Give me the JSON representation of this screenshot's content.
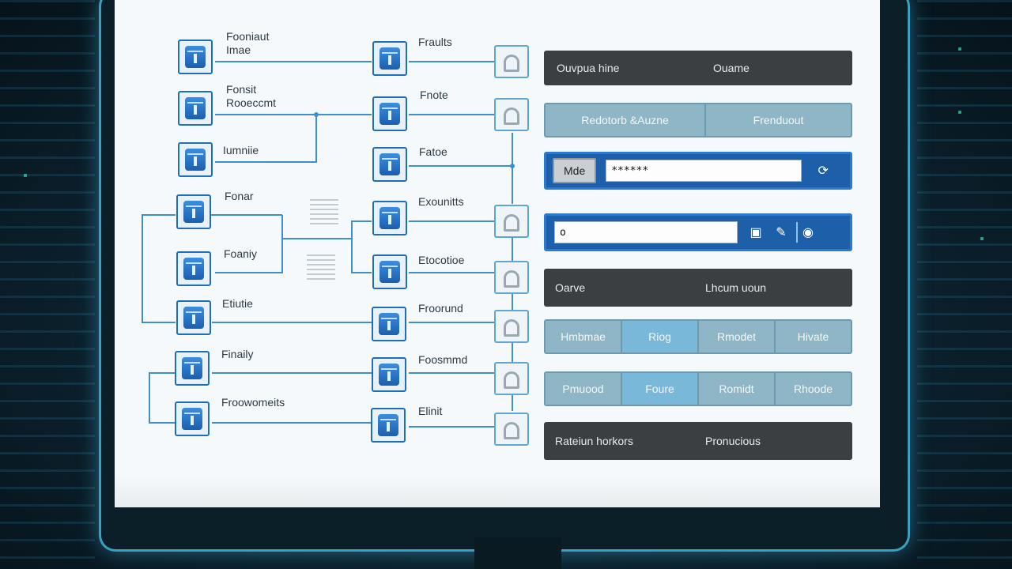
{
  "diagram": {
    "sources": [
      {
        "label": "Fooniaut\nImae"
      },
      {
        "label": "Fonsit\nRooeccmt"
      },
      {
        "label": "Iumniie"
      },
      {
        "label": "Fonar"
      },
      {
        "label": "Foaniy"
      },
      {
        "label": "Etiutie"
      },
      {
        "label": "Finaily"
      },
      {
        "label": "Froowomeits"
      }
    ],
    "targets": [
      {
        "label": "Fraults"
      },
      {
        "label": "Fnote"
      },
      {
        "label": "Fatoe"
      },
      {
        "label": "Exounitts"
      },
      {
        "label": "Etocotioe"
      },
      {
        "label": "Froorund"
      },
      {
        "label": "Foosmmd"
      },
      {
        "label": "Elinit"
      }
    ]
  },
  "panel": {
    "header_row": {
      "left": "Ouvpua hine",
      "right": "Ouame"
    },
    "sub_row": {
      "left": "Redotorb &Auzne",
      "right": "Frenduout"
    },
    "search_row": {
      "mode_button": "Mde",
      "value": "******"
    },
    "input_row": {
      "value": "o"
    },
    "status_row": {
      "left": "Oarve",
      "right": "Lhcum uoun"
    },
    "grid_row_1": [
      "Hmbmae",
      "Riog",
      "Rmodet",
      "Hivate"
    ],
    "grid_row_2": [
      "Pmuood",
      "Foure",
      "Romidt",
      "Rhoode"
    ],
    "footer_row": {
      "left": "Rateiun horkors",
      "right": "Pronucious"
    }
  },
  "colors": {
    "accent": "#1d5fa8",
    "dark_row": "#3b3f42",
    "light_row": "#8fb6c6",
    "link": "#3d8fce"
  },
  "icons": [
    "database-icon",
    "bell-icon",
    "refresh-icon",
    "save-icon",
    "edit-icon",
    "camera-icon"
  ]
}
